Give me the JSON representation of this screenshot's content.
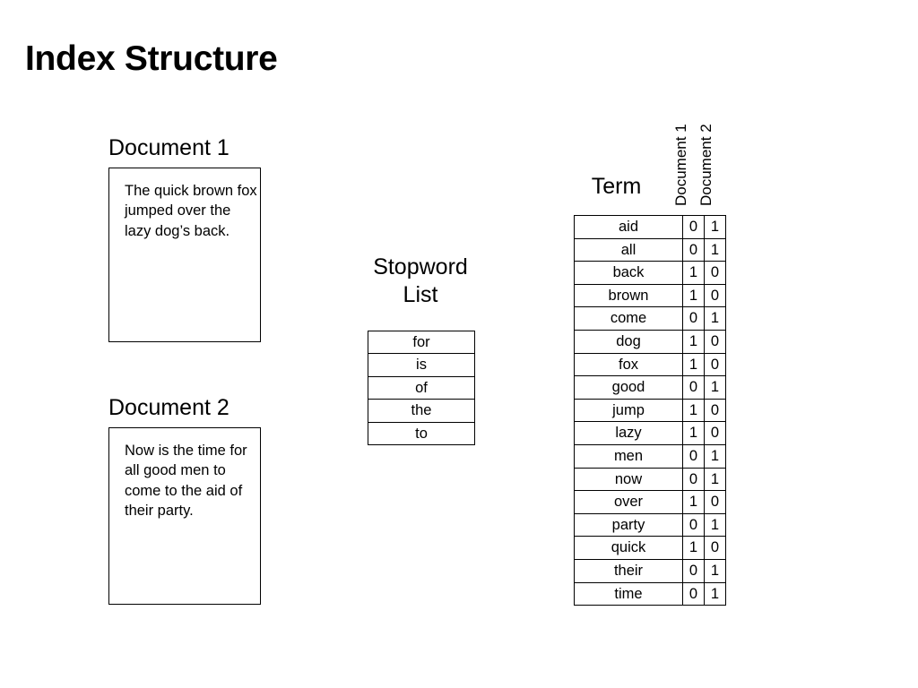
{
  "slide": {
    "title": "Index Structure"
  },
  "documents": [
    {
      "heading": "Document 1",
      "text": "The quick brown fox jumped over the lazy dog’s back."
    },
    {
      "heading": "Document 2",
      "text": "Now is the time for all good men to come to the aid of their party."
    }
  ],
  "stopword_list": {
    "heading_line1": "Stopword",
    "heading_line2": "List",
    "words": [
      "for",
      "is",
      "of",
      "the",
      "to"
    ]
  },
  "index_matrix": {
    "term_header": "Term",
    "column_headers": [
      "Document 1",
      "Document 2"
    ],
    "rows": [
      {
        "term": "aid",
        "doc1": "0",
        "doc2": "1"
      },
      {
        "term": "all",
        "doc1": "0",
        "doc2": "1"
      },
      {
        "term": "back",
        "doc1": "1",
        "doc2": "0"
      },
      {
        "term": "brown",
        "doc1": "1",
        "doc2": "0"
      },
      {
        "term": "come",
        "doc1": "0",
        "doc2": "1"
      },
      {
        "term": "dog",
        "doc1": "1",
        "doc2": "0"
      },
      {
        "term": "fox",
        "doc1": "1",
        "doc2": "0"
      },
      {
        "term": "good",
        "doc1": "0",
        "doc2": "1"
      },
      {
        "term": "jump",
        "doc1": "1",
        "doc2": "0"
      },
      {
        "term": "lazy",
        "doc1": "1",
        "doc2": "0"
      },
      {
        "term": "men",
        "doc1": "0",
        "doc2": "1"
      },
      {
        "term": "now",
        "doc1": "0",
        "doc2": "1"
      },
      {
        "term": "over",
        "doc1": "1",
        "doc2": "0"
      },
      {
        "term": "party",
        "doc1": "0",
        "doc2": "1"
      },
      {
        "term": "quick",
        "doc1": "1",
        "doc2": "0"
      },
      {
        "term": "their",
        "doc1": "0",
        "doc2": "1"
      },
      {
        "term": "time",
        "doc1": "0",
        "doc2": "1"
      }
    ]
  },
  "colors": {
    "background": "#ffffff",
    "ink": "#000000",
    "border": "#000000"
  }
}
